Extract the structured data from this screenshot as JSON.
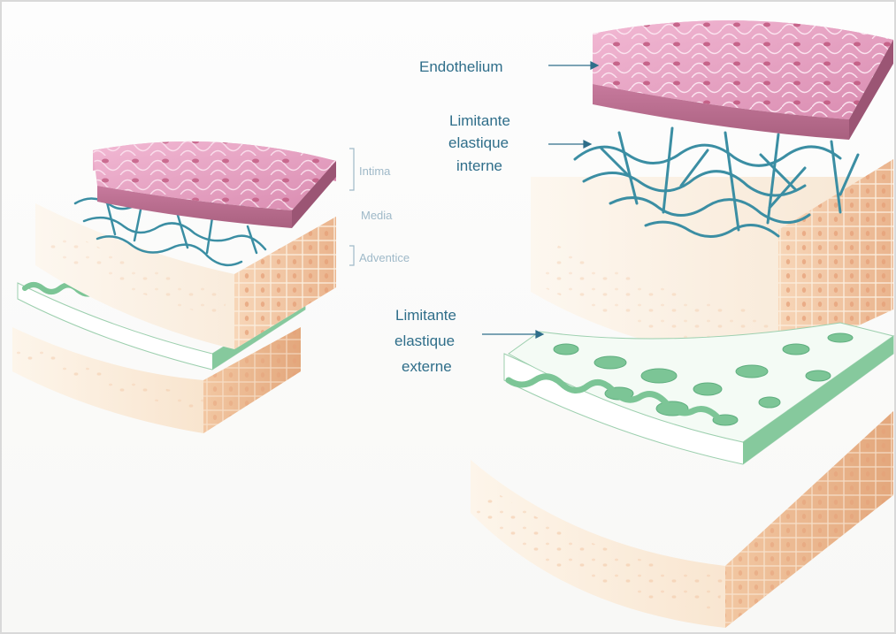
{
  "labels": {
    "endothelium": "Endothelium",
    "lei_1": "Limitante",
    "lei_2": "elastique",
    "lei_3": "interne",
    "lee_1": "Limitante",
    "lee_2": "elastique",
    "lee_3": "externe",
    "intima": "Intima",
    "media": "Media",
    "adventice": "Adventice"
  },
  "colors": {
    "endothelium": "#e9a6c9",
    "endothelium_edge": "#b46a8a",
    "elastic_interne": "#3b8ea3",
    "elastic_externe": "#7cc596",
    "media": "#f6e3cc",
    "adventice": "#f2cfa8",
    "label_text": "#2f6e8a"
  }
}
